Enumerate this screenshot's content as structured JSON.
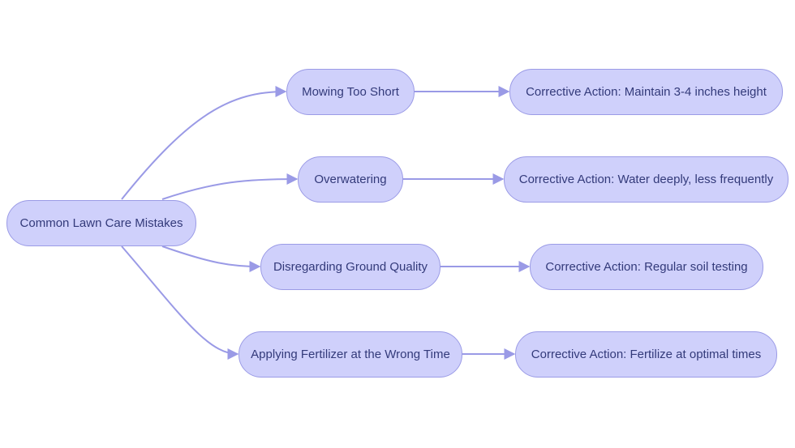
{
  "diagram": {
    "root": {
      "label": "Common Lawn Care Mistakes"
    },
    "mistakes": [
      {
        "label": "Mowing Too Short",
        "action": "Corrective Action: Maintain 3-4 inches height"
      },
      {
        "label": "Overwatering",
        "action": "Corrective Action: Water deeply, less frequently"
      },
      {
        "label": "Disregarding Ground Quality",
        "action": "Corrective Action: Regular soil testing"
      },
      {
        "label": "Applying Fertilizer at the Wrong Time",
        "action": "Corrective Action: Fertilize at optimal times"
      }
    ]
  },
  "colors": {
    "node_fill": "#cfd0fb",
    "node_border": "#9b9be6",
    "edge": "#9a9ae6",
    "text": "#333a7a"
  }
}
